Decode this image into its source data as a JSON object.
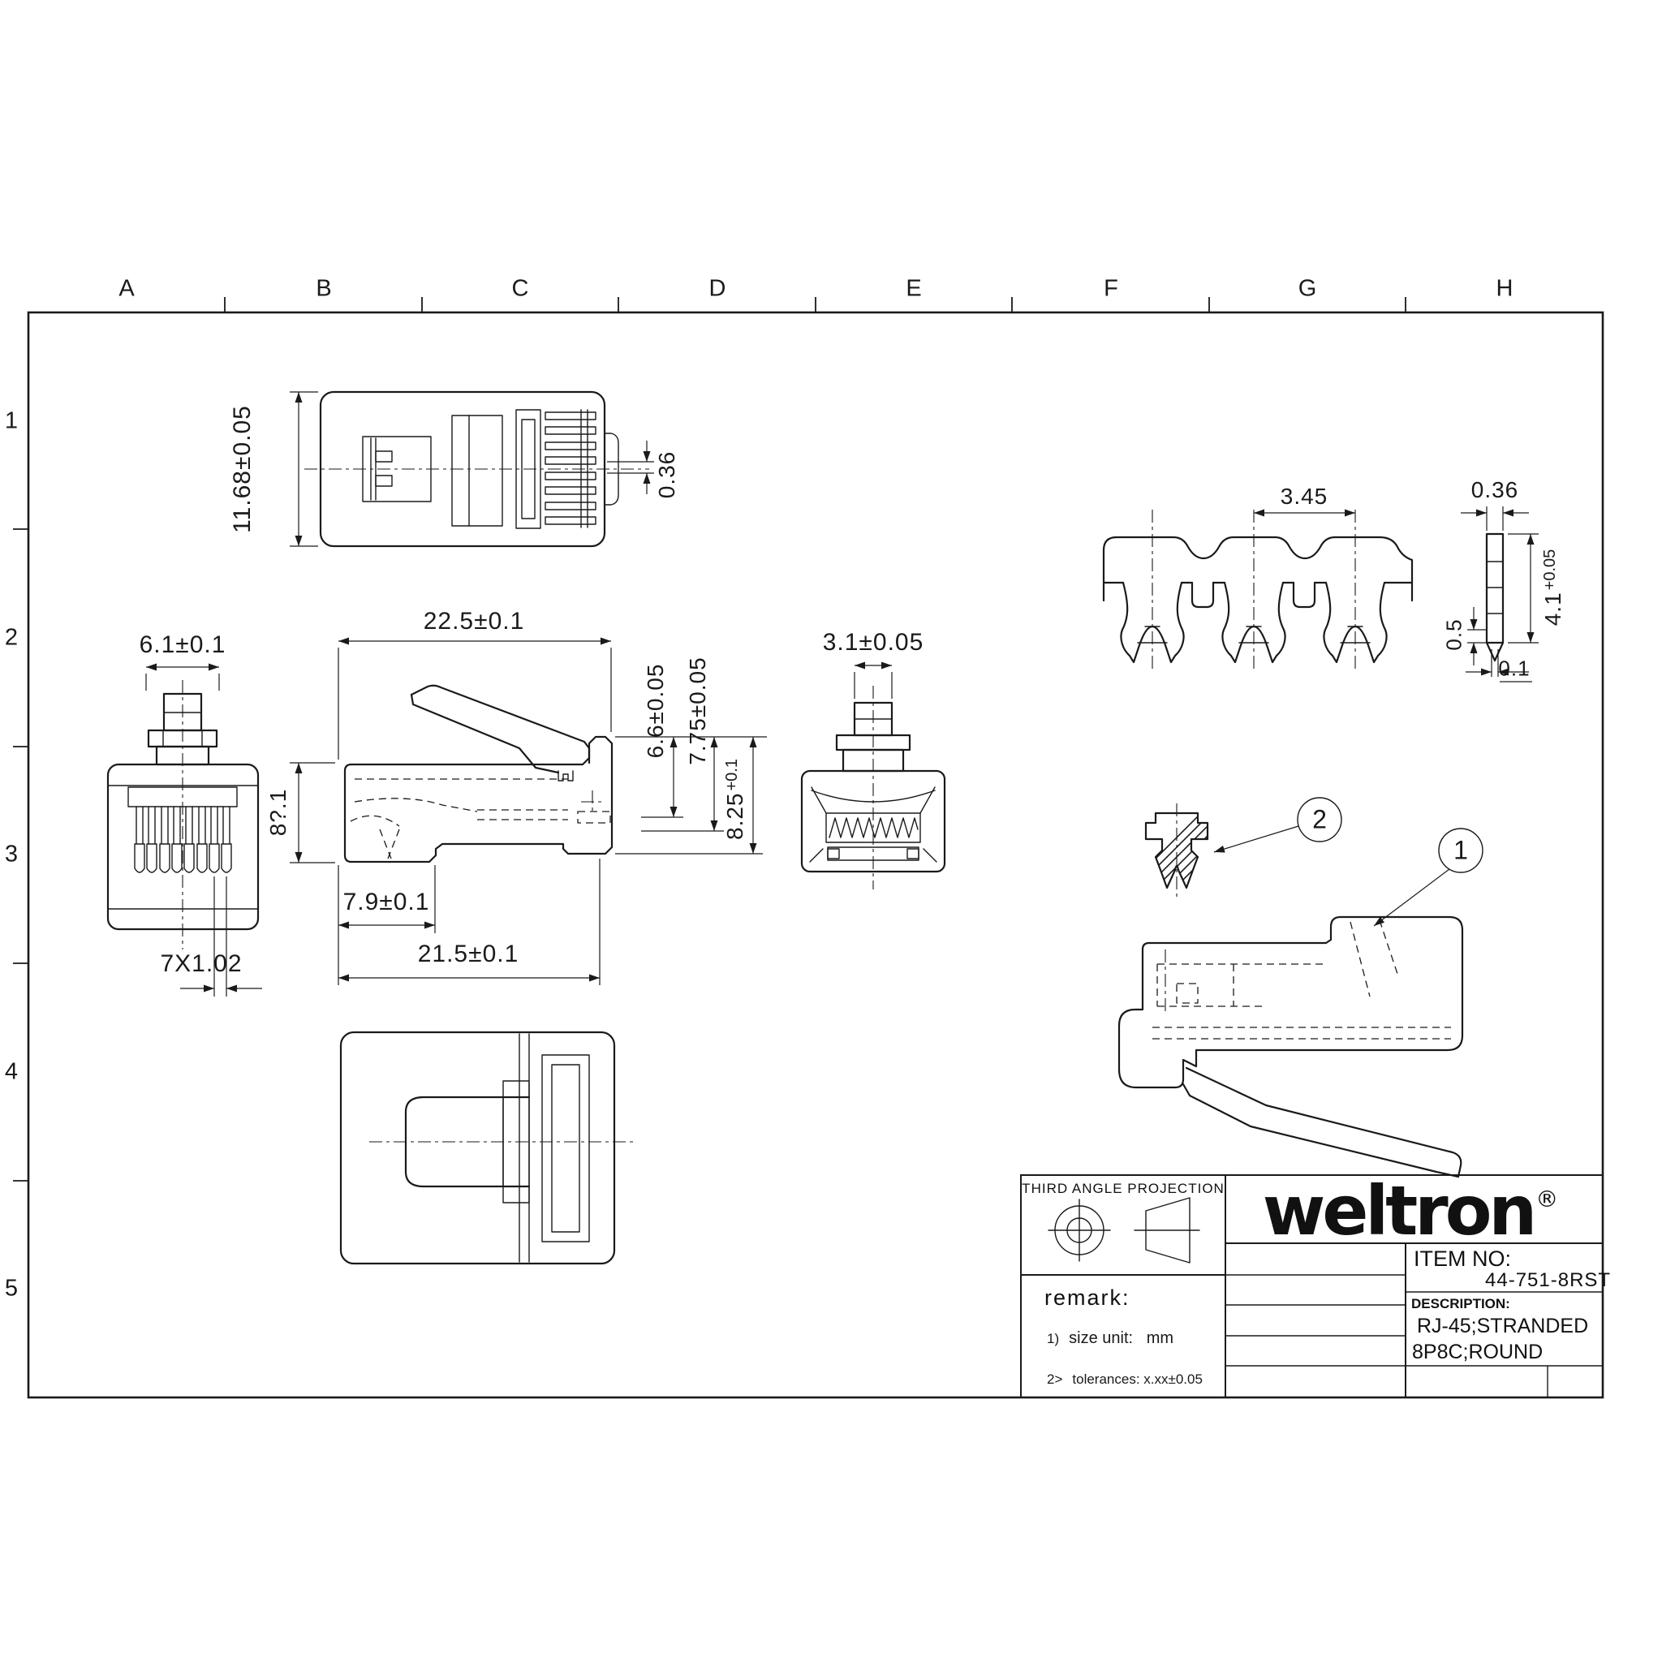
{
  "grid": {
    "columns": [
      "A",
      "B",
      "C",
      "D",
      "E",
      "F",
      "G",
      "H"
    ],
    "rows": [
      "1",
      "2",
      "3",
      "4",
      "5"
    ]
  },
  "views": {
    "top_view": {
      "dim_height": "11.68±0.05",
      "dim_contact_width": "0.36"
    },
    "front_view": {
      "dim_plug_width": "6.1±0.1",
      "dim_pin_pitch": "7X1.02"
    },
    "side_view": {
      "dim_total_length": "22.5±0.1",
      "dim_body_height": "8?.1",
      "dim_boot_length": "7.9±0.1",
      "dim_latch_length": "21.5±0.1",
      "dim_h1": "6.6±0.05",
      "dim_h2": "7.75±0.05",
      "dim_h3_main": "8.25",
      "dim_h3_tol": "+0.1"
    },
    "rear_view": {
      "dim_cable_width": "3.1±0.05"
    },
    "contact_strip": {
      "dim_pitch": "3.45"
    },
    "blade_detail": {
      "dim_width": "0.36",
      "dim_length_main": "4.1",
      "dim_length_tol": "+0.05",
      "dim_tip_height": "0.5",
      "dim_tip_width": "0.1"
    },
    "callouts": {
      "balloon_1": "1",
      "balloon_2": "2"
    }
  },
  "title_block": {
    "projection_label": "THIRD ANGLE PROJECTION",
    "brand": "weltron",
    "brand_reg": "®",
    "item_no_label": "ITEM NO:",
    "item_no_value": "44-751-8RST",
    "description_label": "DESCRIPTION:",
    "description_lines": [
      "RJ-45;STRANDED",
      "8P8C;ROUND"
    ],
    "remark_title": "remark:",
    "remarks": [
      {
        "prefix": "1)",
        "text": "size unit:   mm"
      },
      {
        "prefix": "2>",
        "text": "tolerances: x.xx±0.05"
      }
    ]
  }
}
